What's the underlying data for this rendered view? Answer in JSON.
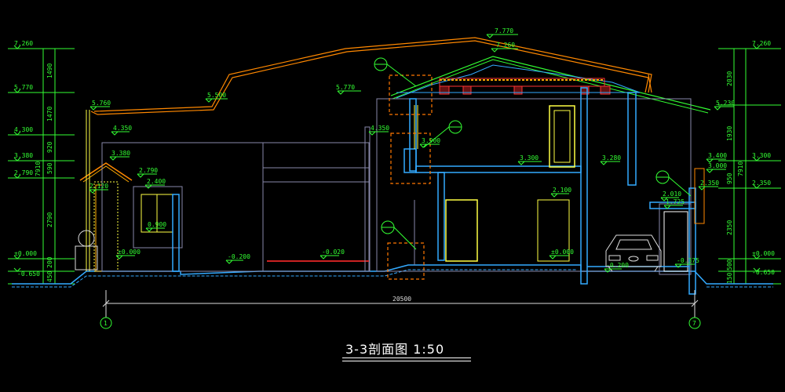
{
  "drawing": {
    "title": "3-3剖面图   1:50",
    "overall_dim": "20500",
    "axis_left": "1",
    "axis_right": "7",
    "colors": {
      "background": "#000000",
      "dim_line": "#33ff33",
      "roof": "#ff8800",
      "wall": "#33aaff",
      "detail_box": "#ff7700",
      "door": "#ffff44",
      "roof_tile": "#ff3333",
      "section_fill": "#cc2222",
      "callout": "#33ff33",
      "text": "#ffffff"
    }
  },
  "left_elevations": {
    "items": [
      "7.260",
      "5.770",
      "4.300",
      "3.380",
      "2.790",
      "±0.000",
      "-0.650"
    ],
    "segments": [
      "1490",
      "1470",
      "920",
      "590",
      "2790",
      "200",
      "450"
    ],
    "total": "7910"
  },
  "right_elevations": {
    "items": [
      "7.260",
      "3.300",
      "2.350",
      "±0.000",
      "-0.650"
    ],
    "segments": [
      "2030",
      "1930",
      "950",
      "2350",
      "500",
      "150"
    ],
    "total": "7910"
  },
  "labels": {
    "a_7770": "7.770",
    "a_7260": "7.260",
    "a_5770": "5.770",
    "a_5500": "5.500",
    "a_5760": "5.760",
    "a_5230": "5.230",
    "a_4350_l": "4.350",
    "a_4350_m": "4.350",
    "a_3380": "3.380",
    "a_3900": "3.900",
    "a_3300": "3.300",
    "a_3280": "3.280",
    "a_3400": "3.400",
    "a_3000": "3.000",
    "a_2790": "2.790",
    "a_2400": "2.400",
    "a_2120": "2.120",
    "a_2350": "2.350",
    "a_2100": "2.100",
    "a_2010": "2.010",
    "a_1725": "1.725",
    "a_0900": "0.900",
    "a_0000_a": "±0.000",
    "a_0000_b": "±0.000",
    "a_m0200": "-0.200",
    "a_m0020": "-0.020",
    "a_m0200_b": "-0.200",
    "a_m0375": "-0.375"
  }
}
